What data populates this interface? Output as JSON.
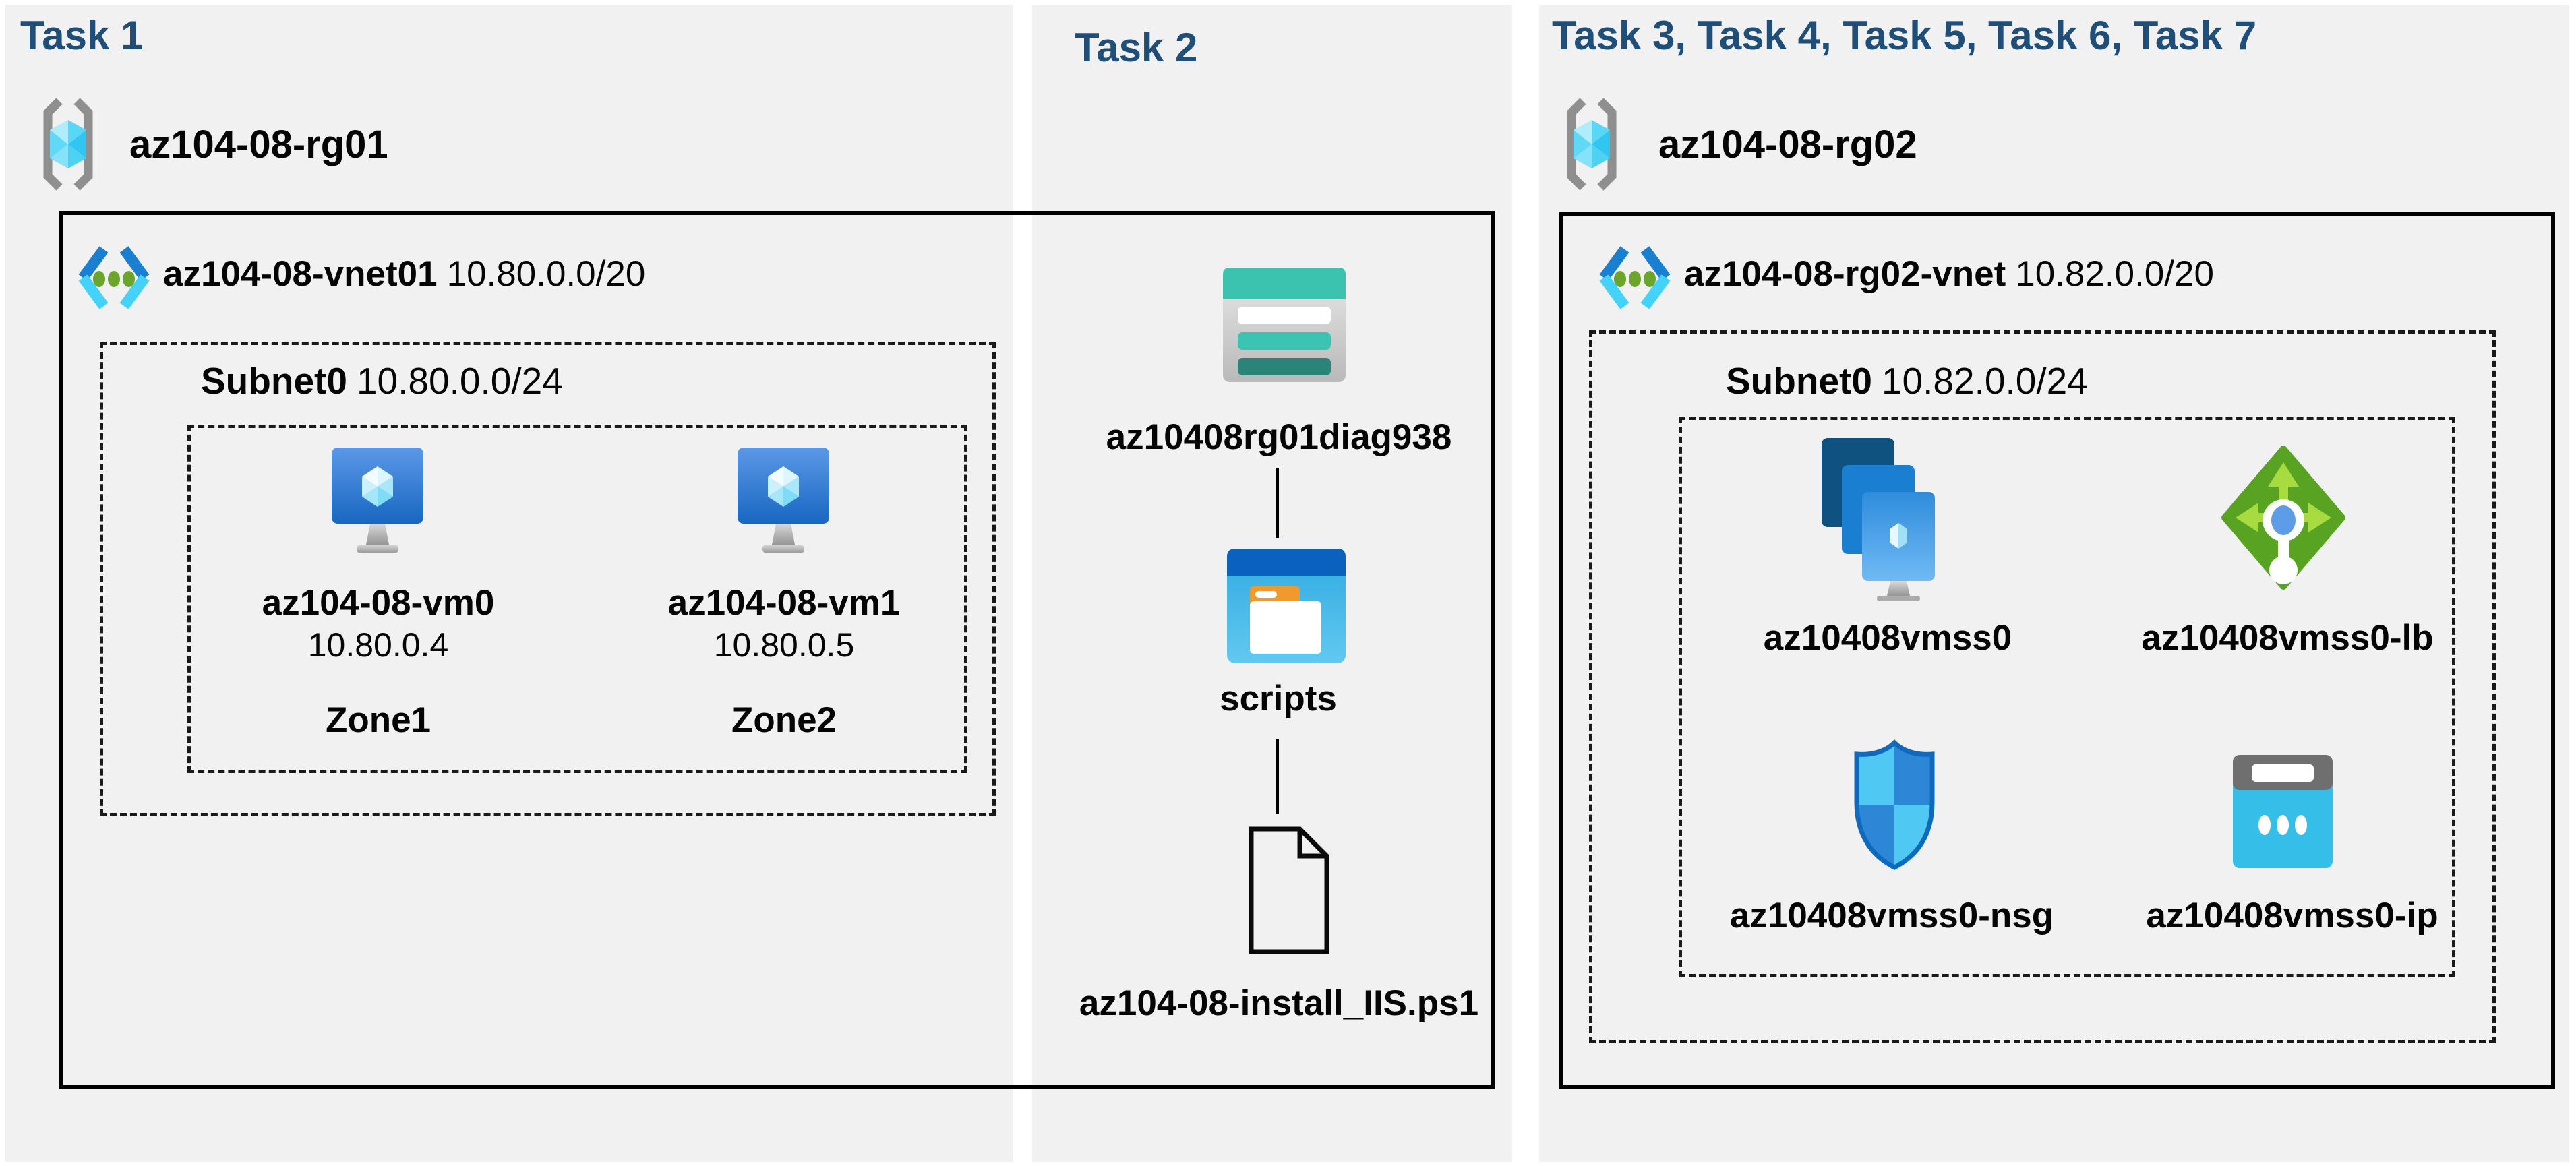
{
  "colors": {
    "title_blue": "#1f4e79",
    "panel_bg": "#f1f1f2",
    "outline_black": "#000000",
    "vm_blue": "#1b7fd1",
    "vnet_cyan": "#44d2f8",
    "lb_green": "#58a322",
    "nsg_cyan": "#4fc9f3",
    "nsg_blue": "#2e86d7",
    "storage_teal": "#3bc3b0",
    "folder_orange": "#f09a2e",
    "public_ip_cyan": "#35bfe8"
  },
  "panels": [
    {
      "title": "Task 1",
      "resource_group": {
        "icon": "resource-group-icon",
        "name": "az104-08-rg01"
      },
      "vnet": {
        "icon": "virtual-network-icon",
        "name": "az104-08-vnet01",
        "cidr": "10.80.0.0/20"
      },
      "subnet": {
        "name": "Subnet0",
        "cidr": "10.80.0.0/24"
      },
      "vms": [
        {
          "icon": "virtual-machine-icon",
          "name": "az104-08-vm0",
          "ip": "10.80.0.4",
          "zone": "Zone1"
        },
        {
          "icon": "virtual-machine-icon",
          "name": "az104-08-vm1",
          "ip": "10.80.0.5",
          "zone": "Zone2"
        }
      ]
    },
    {
      "title": "Task 2",
      "chain": [
        {
          "icon": "storage-account-icon",
          "name": "az10408rg01diag938"
        },
        {
          "icon": "folder-icon",
          "name": "scripts"
        },
        {
          "icon": "script-file-icon",
          "name": "az104-08-install_IIS.ps1"
        }
      ]
    },
    {
      "title": "Task 3, Task 4, Task 5, Task 6, Task 7",
      "resource_group": {
        "icon": "resource-group-icon",
        "name": "az104-08-rg02"
      },
      "vnet": {
        "icon": "virtual-network-icon",
        "name": "az104-08-rg02-vnet",
        "cidr": "10.82.0.0/20"
      },
      "subnet": {
        "name": "Subnet0",
        "cidr": "10.82.0.0/24"
      },
      "resources": [
        {
          "icon": "vm-scale-set-icon",
          "name": "az10408vmss0"
        },
        {
          "icon": "load-balancer-icon",
          "name": "az10408vmss0-lb"
        },
        {
          "icon": "network-security-group-icon",
          "name": "az10408vmss0-nsg"
        },
        {
          "icon": "public-ip-icon",
          "name": "az10408vmss0-ip"
        }
      ]
    }
  ]
}
